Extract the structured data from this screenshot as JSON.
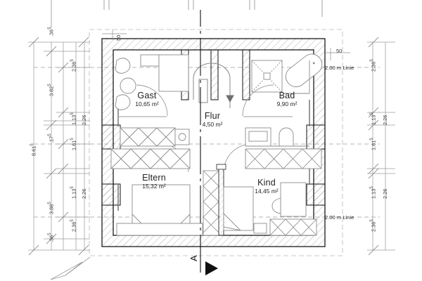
{
  "drawing": {
    "type": "architectural-floor-plan",
    "language": "de",
    "section_marker": "A",
    "wall_thickness_notes": [
      "50",
      "50"
    ],
    "knee_wall_notes": [
      "2.00 m Linie",
      "2.00 m Linie"
    ]
  },
  "rooms": [
    {
      "key": "gast",
      "name": "Gast",
      "area": "10,65 m²"
    },
    {
      "key": "bad",
      "name": "Bad",
      "area": "9,90 m²"
    },
    {
      "key": "flur",
      "name": "Flur",
      "area": "4,50 m²"
    },
    {
      "key": "eltern",
      "name": "Eltern",
      "area": "15,32 m²"
    },
    {
      "key": "kind",
      "name": "Kind",
      "area": "14,45 m²"
    }
  ],
  "dimensions": {
    "overall_left": "8.61",
    "overall_left_sup": "5",
    "left_chain": [
      {
        "value": ".36",
        "sup": "5"
      },
      {
        "value": "3.82",
        "sup": "5"
      },
      {
        "value": ".17",
        "sup": "5"
      },
      {
        "value": "3.88",
        "sup": "5"
      },
      {
        "value": ".36",
        "sup": "5"
      }
    ],
    "left_inner": [
      {
        "value": "2.36",
        "sup": "5"
      },
      {
        "value": "1.13",
        "sup": "5"
      },
      {
        "value": "1.61",
        "sup": "5"
      },
      {
        "value": "1.13",
        "sup": "5"
      },
      {
        "value": "2.36",
        "sup": "5"
      }
    ],
    "left_outer_pairs": [
      {
        "value": "2.26",
        "sup": ""
      },
      {
        "value": "2.26",
        "sup": ""
      }
    ],
    "right_inner": [
      {
        "value": "2.36",
        "sup": "5"
      },
      {
        "value": "1.13",
        "sup": "5"
      },
      {
        "value": "1.61",
        "sup": "5"
      },
      {
        "value": "1.13",
        "sup": "5"
      },
      {
        "value": "2.36",
        "sup": "5"
      }
    ],
    "right_outer_pairs": [
      {
        "value": "2.26",
        "sup": ""
      },
      {
        "value": "2.26",
        "sup": ""
      }
    ]
  },
  "colors": {
    "wall_stroke": "#1a1a1a",
    "hatch": "#8a8a8a",
    "furniture": "#808080",
    "dim_line": "#9a9a9a",
    "axis": "#111111",
    "dashed_guide": "#b0b0b0",
    "background": "#ffffff"
  }
}
